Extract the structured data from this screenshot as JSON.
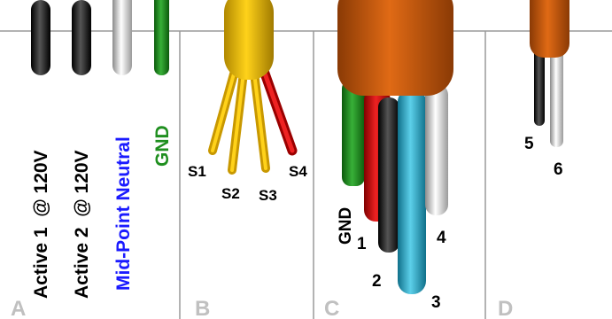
{
  "colors": {
    "frame": "#9a9a9a",
    "black_wire": "#111111",
    "grey_wire": "#d0d0d0",
    "green_wire": "#1f8f1f",
    "yellow": "#e0b400",
    "red": "#cc1111",
    "orange": "#c8580e",
    "cyan": "#2aa7c4",
    "label_black": "#000000",
    "label_blue": "#1a1aff",
    "label_green": "#1f8f1f",
    "panel_letter": "#c0c0c0"
  },
  "panels": [
    {
      "letter": "A"
    },
    {
      "letter": "B"
    },
    {
      "letter": "C"
    },
    {
      "letter": "D"
    }
  ],
  "panel_a": {
    "labels": [
      "Active 1  @ 120V",
      "Active 2  @ 120V",
      "Mid-Point Neutral",
      "GND"
    ]
  },
  "panel_b": {
    "labels": [
      "S1",
      "S2",
      "S3",
      "S4"
    ]
  },
  "panel_c": {
    "labels": [
      "GND",
      "1",
      "2",
      "3",
      "4"
    ]
  },
  "panel_d": {
    "labels": [
      "5",
      "6"
    ]
  }
}
